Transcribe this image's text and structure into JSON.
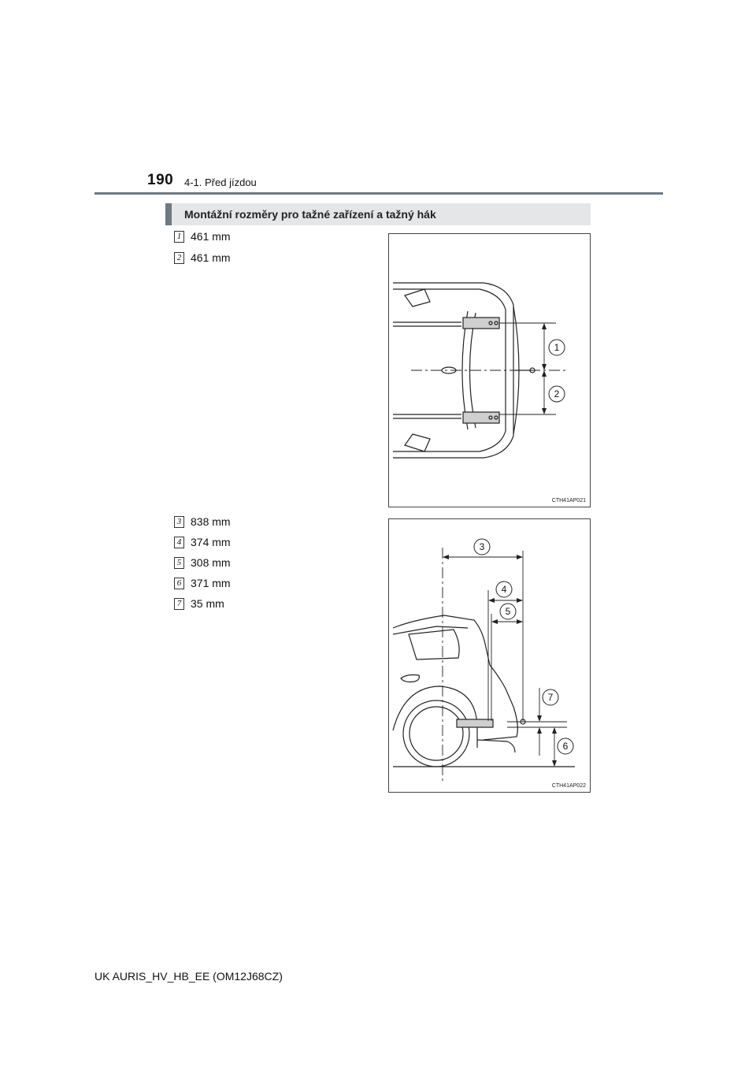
{
  "header": {
    "page_number": "190",
    "section": "4-1. Před jízdou"
  },
  "heading": "Montážní rozměry pro tažné zařízení a tažný hák",
  "dimensions": [
    {
      "num": "1",
      "value": "461 mm"
    },
    {
      "num": "2",
      "value": "461 mm"
    },
    {
      "num": "3",
      "value": "838 mm"
    },
    {
      "num": "4",
      "value": "374 mm"
    },
    {
      "num": "5",
      "value": "308 mm"
    },
    {
      "num": "6",
      "value": "371 mm"
    },
    {
      "num": "7",
      "value": "35 mm"
    }
  ],
  "figures": {
    "top": {
      "code": "CTH41AP021",
      "callouts": [
        "1",
        "2"
      ]
    },
    "bottom": {
      "code": "CTH41AP022",
      "callouts": [
        "3",
        "4",
        "5",
        "7",
        "6"
      ]
    }
  },
  "footer": "UK AURIS_HV_HB_EE (OM12J68CZ)"
}
